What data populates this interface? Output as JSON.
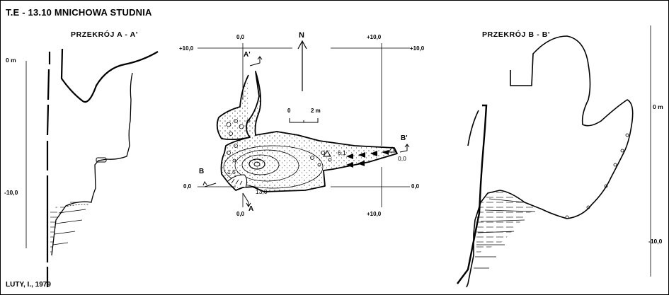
{
  "header": {
    "title": "T.E - 13.10  MNICHOWA STUDNIA"
  },
  "section_a": {
    "title": "PRZEKRÓJ  A - A'",
    "depth_ticks": [
      "0 m",
      "-10,0"
    ]
  },
  "section_b": {
    "title": "PRZEKRÓJ  B - B'",
    "depth_ticks": [
      "0 m",
      "-10,0"
    ]
  },
  "plan": {
    "north": "N",
    "scale": {
      "start": "0",
      "end": "2 m"
    },
    "grid": {
      "top_left": "+10,0",
      "top_center": "0,0",
      "top_right_top": "+10,0",
      "top_right": "+10,0",
      "bottom_left": "0,0",
      "bottom_right": "0,0",
      "bottom_center": "0,0",
      "bottom_right_bottom": "+10,0"
    },
    "markers": {
      "a_prime": "A'",
      "b": "B",
      "a": "A",
      "b_prime": "B'"
    },
    "depths": [
      "1,5",
      "13,0",
      "6,1",
      "0,0"
    ]
  },
  "footer": {
    "author": "LUTY, I., 1979"
  }
}
